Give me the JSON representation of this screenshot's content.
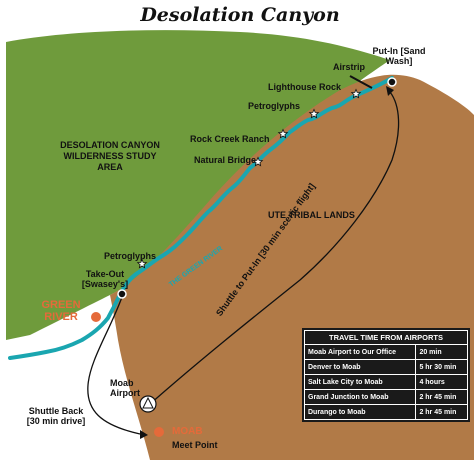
{
  "title": "Desolation Canyon",
  "regions": {
    "wilderness": "DESOLATION CANYON WILDERNESS STUDY AREA",
    "ute_lands": "UTE TRIBAL LANDS"
  },
  "places": {
    "put_in": "Put-In [Sand Wash]",
    "airstrip": "Airstrip",
    "lighthouse_rock": "Lighthouse Rock",
    "petroglyphs_upper": "Petroglyphs",
    "rock_creek_ranch": "Rock Creek Ranch",
    "natural_bridge": "Natural Bridge",
    "petroglyphs_lower": "Petroglyphs",
    "take_out": "Take-Out [Swasey's]",
    "green_river": "GREEN RIVER",
    "moab_airport": "Moab Airport",
    "moab": "MOAB",
    "meet_point": "Meet Point"
  },
  "river_name": "THE GREEN RIVER",
  "routes": {
    "shuttle_to_put_in": "Shuttle to Put-In [30 min scenic flight]",
    "shuttle_back": "Shuttle Back [30 min drive]"
  },
  "travel_table": {
    "title": "TRAVEL TIME FROM AIRPORTS",
    "rows": [
      [
        "Moab Airport to Our Office",
        "20 min"
      ],
      [
        "Denver to Moab",
        "5 hr 30 min"
      ],
      [
        "Salt Lake City to Moab",
        "4 hours"
      ],
      [
        "Grand Junction to Moab",
        "2 hr 45 min"
      ],
      [
        "Durango to Moab",
        "2 hr 45 min"
      ]
    ]
  },
  "colors": {
    "wilderness": "#6f9b3c",
    "ute_lands": "#b17a47",
    "river": "#1aa6b0",
    "town": "#e56a3a"
  }
}
